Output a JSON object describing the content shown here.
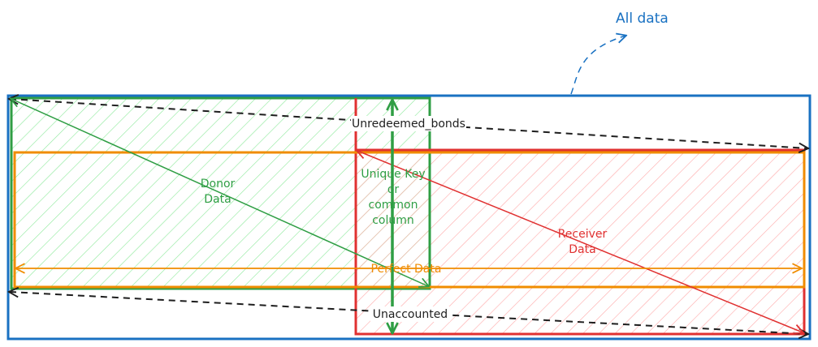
{
  "diagram": {
    "title": "All data",
    "regions": {
      "all_data": {
        "label": "All data",
        "color": "#1971c2"
      },
      "donor": {
        "label_line1": "Donor",
        "label_line2": "Data",
        "color": "#2f9e44",
        "fill": "#b2f2bb"
      },
      "receiver": {
        "label_line1": "Receiver",
        "label_line2": "Data",
        "color": "#e03131",
        "fill": "#ffc9c9"
      },
      "perfect": {
        "label": "Perfect Data",
        "color": "#f08c00"
      }
    },
    "key_column": {
      "line1": "Unique Key",
      "line2": "or",
      "line3": "common",
      "line4": "column",
      "color": "#2f9e44"
    },
    "arrows": {
      "unredeemed": {
        "label": "Unredeemed_bonds",
        "color": "#1e1e1e",
        "style": "dashed"
      },
      "unaccounted": {
        "label": "Unaccounted",
        "color": "#1e1e1e",
        "style": "dashed"
      }
    }
  }
}
